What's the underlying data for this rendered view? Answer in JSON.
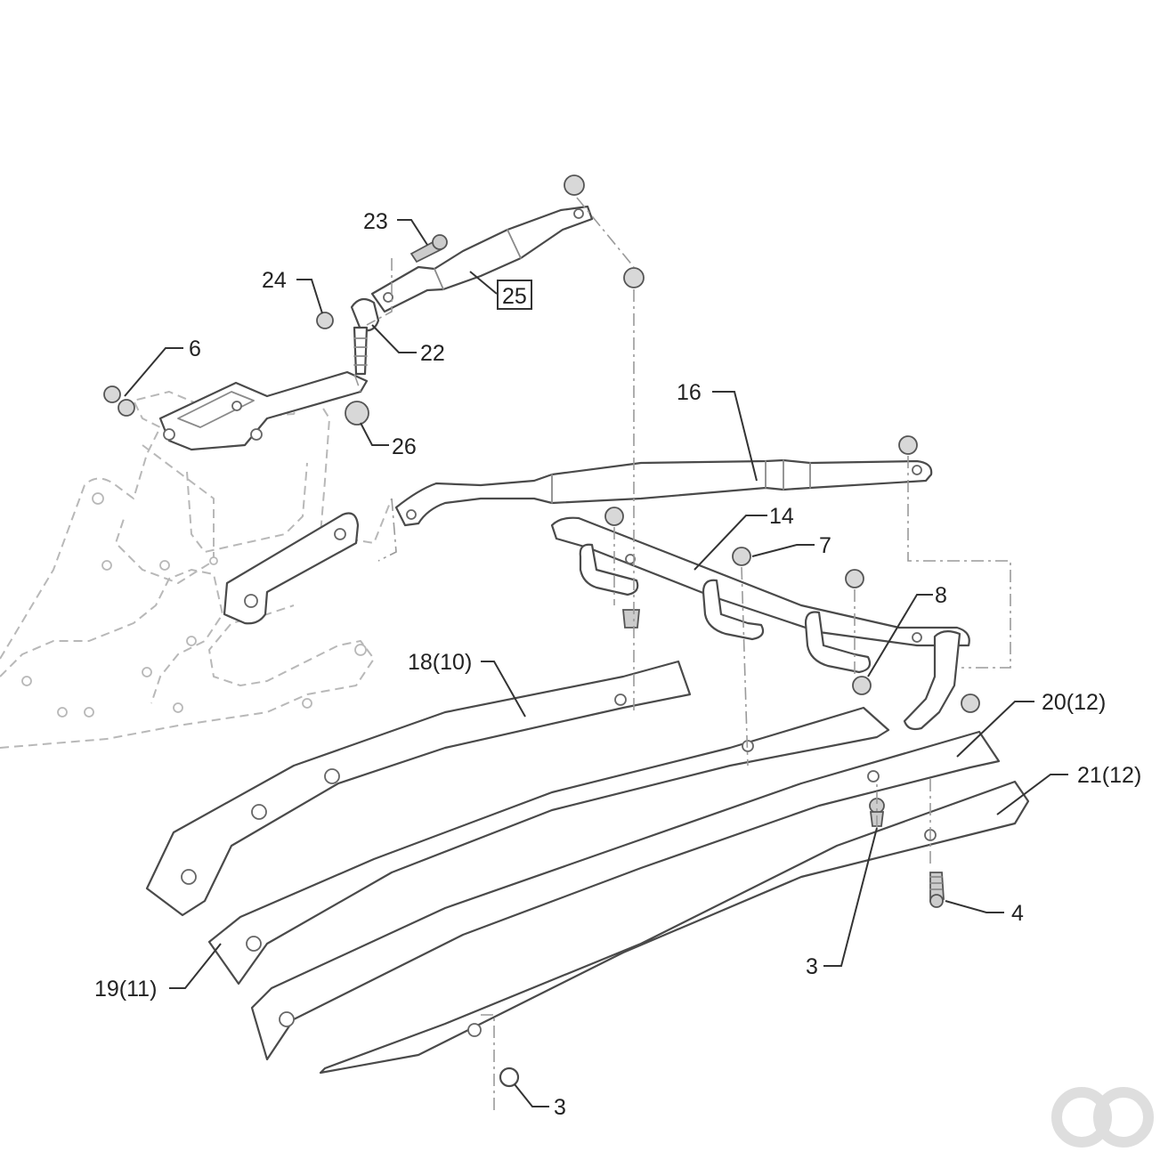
{
  "callouts": {
    "c23": "23",
    "c24": "24",
    "c25": "25",
    "c22": "22",
    "c6": "6",
    "c26": "26",
    "c16": "16",
    "c14": "14",
    "c7": "7",
    "c8": "8",
    "c18": "18(10)",
    "c20": "20(12)",
    "c21": "21(12)",
    "c19": "19(11)",
    "c4": "4",
    "c3a": "3",
    "c3b": "3"
  },
  "boxed_callouts": [
    "25"
  ],
  "colors": {
    "line": "#4a4a4a",
    "frame": "#b8b8b8",
    "text": "#222222",
    "watermark": "#dedede"
  },
  "watermark": "logo"
}
